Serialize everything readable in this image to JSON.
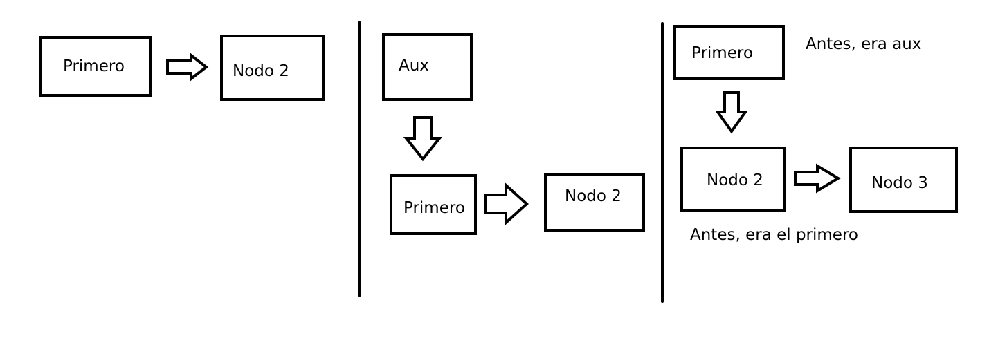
{
  "panel_1": {
    "first_node": "Primero",
    "second_node": "Nodo 2"
  },
  "panel_2": {
    "aux_node": "Aux",
    "first_node": "Primero",
    "second_node": "Nodo 2"
  },
  "panel_3": {
    "first_node": "Primero",
    "second_node": "Nodo 2",
    "third_node": "Nodo 3",
    "note_first": "Antes, era aux",
    "note_second": "Antes, era el primero"
  },
  "colors": {
    "stroke": "#000000",
    "background": "#ffffff"
  }
}
